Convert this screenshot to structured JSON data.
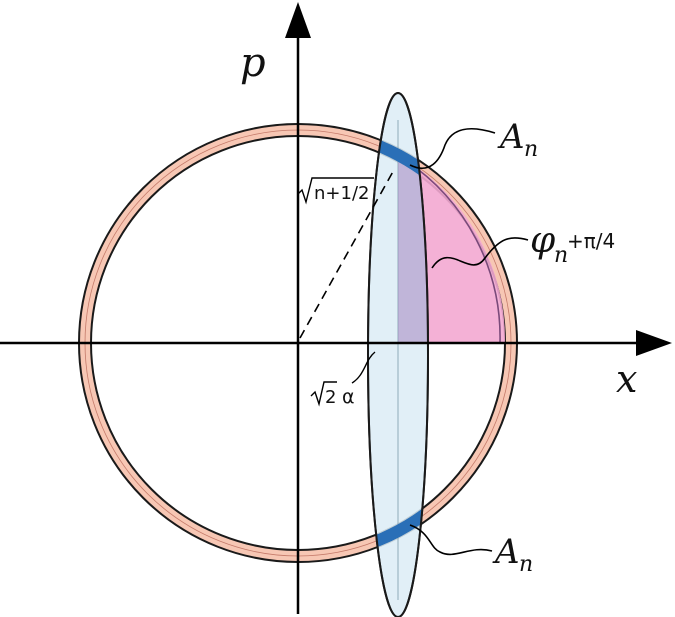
{
  "labels": {
    "p_axis": "p",
    "x_axis": "x",
    "A_top_main": "A",
    "A_top_sub": "n",
    "A_bottom_main": "A",
    "A_bottom_sub": "n",
    "radius_label": "n+1/2",
    "offset_label": "α",
    "offset_root": "2",
    "phase_main": "φ",
    "phase_sub": "n",
    "phase_add": "+π/4"
  },
  "colors": {
    "ring_fill": "#f7c7b4",
    "ring_stroke": "#1a1a1a",
    "ellipse_fill": "#dcedf6",
    "ellipse_stroke": "#1a1a1a",
    "sector_fill": "#f3a8d2",
    "overlap_fill": "#a58ec4",
    "area_fill": "#2a6fb7"
  }
}
